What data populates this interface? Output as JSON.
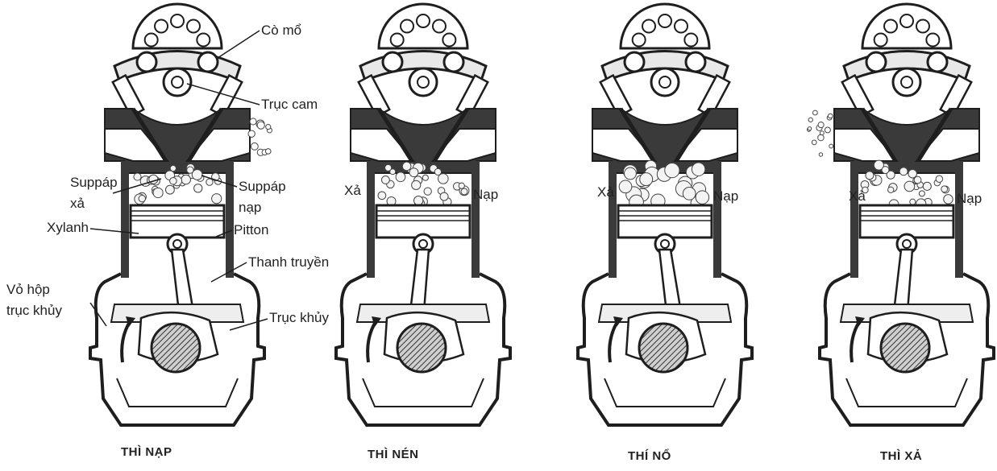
{
  "labels": {
    "cam_rocker": "Cò mổ",
    "camshaft": "Trục cam",
    "exhaust_valve_line1": "Suppáp",
    "exhaust_valve_line2": "xả",
    "intake_valve_line1": "Suppáp",
    "intake_valve_line2": "nạp",
    "cylinder": "Xylanh",
    "piston": "Pitton",
    "connecting_rod": "Thanh truyền",
    "crankcase_line1": "Vỏ hộp",
    "crankcase_line2": "trục khủy",
    "crankshaft": "Trục khủy"
  },
  "ports": {
    "exhaust": "Xả",
    "intake": "Nạp"
  },
  "strokes": [
    {
      "caption": "THÌ NẠP"
    },
    {
      "caption": "THÌ NÉN"
    },
    {
      "caption": "THÍ NỔ"
    },
    {
      "caption": "THÌ XẢ"
    }
  ]
}
